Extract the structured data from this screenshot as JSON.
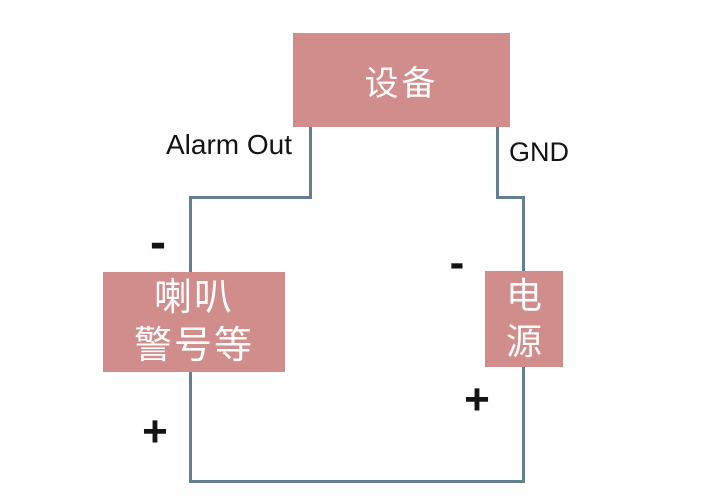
{
  "colors": {
    "box_fill": "#d18c8c",
    "box_text": "#fdfdfd",
    "wire": "#64808e",
    "label_text": "#141414",
    "background": "#fefefe"
  },
  "nodes": {
    "device": {
      "label": "设备"
    },
    "speaker": {
      "line1": "喇叭",
      "line2": "警号等"
    },
    "power": {
      "line1": "电",
      "line2": "源"
    }
  },
  "wire_labels": {
    "alarm_out": "Alarm Out",
    "gnd": "GND"
  },
  "polarity": {
    "speaker_minus": "-",
    "speaker_plus": "+",
    "power_minus": "-",
    "power_plus": "+"
  }
}
